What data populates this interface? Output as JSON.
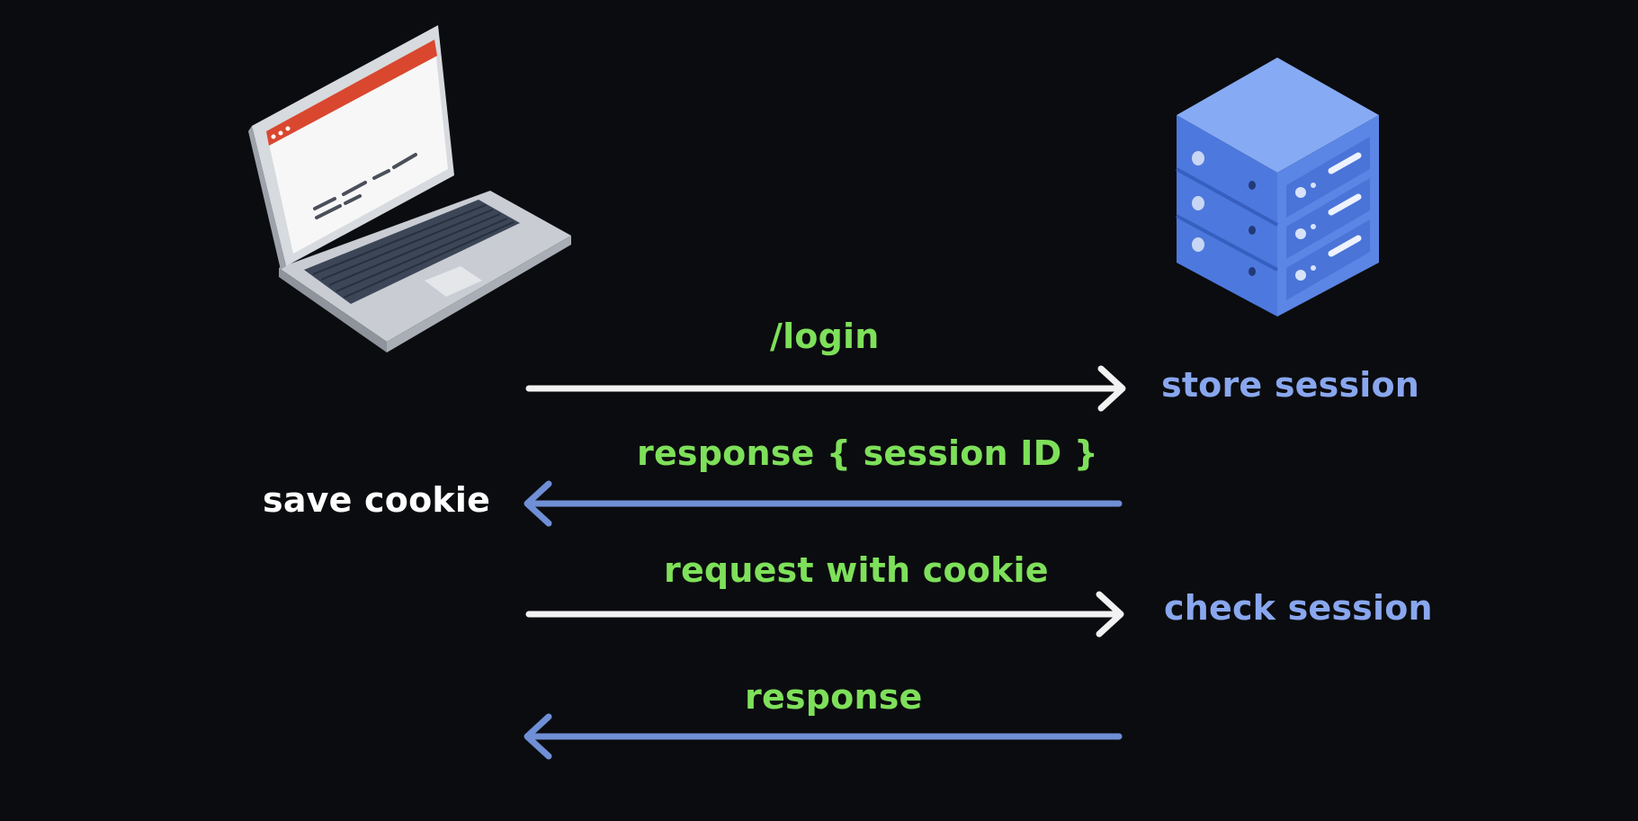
{
  "diagram": {
    "colors": {
      "background": "#0b0c0f",
      "message_label": "#7ee05a",
      "server_action": "#89a7ee",
      "client_action": "#ffffff",
      "request_arrow": "#f2f2f2",
      "response_arrow": "#6f8fd6",
      "server_blue": "#5b86e5",
      "browser_bar": "#d9472f"
    },
    "icons": {
      "client": "laptop-icon",
      "server": "server-rack-icon"
    },
    "messages": [
      {
        "label": "/login",
        "direction": "client-to-server"
      },
      {
        "label": "response { session ID }",
        "direction": "server-to-client"
      },
      {
        "label": "request with cookie",
        "direction": "client-to-server"
      },
      {
        "label": "response",
        "direction": "server-to-client"
      }
    ],
    "server_actions": [
      "store session",
      "check session"
    ],
    "client_actions": [
      "save cookie"
    ]
  }
}
